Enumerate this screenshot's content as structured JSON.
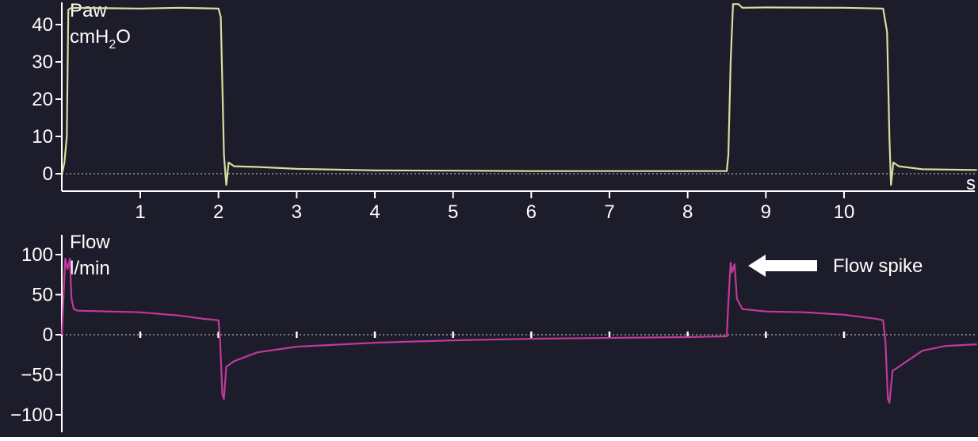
{
  "colors": {
    "background": "#1c1c2a",
    "axis": "#ffffff",
    "baseline": "#9a9a9a",
    "pressure_trace": "#d9dea0",
    "flow_trace": "#c03a9a",
    "arrow": "#ffffff"
  },
  "annotation": {
    "text": "Flow spike",
    "arrow_direction": "left"
  },
  "chart_data": [
    {
      "type": "line",
      "title": "",
      "ylabel_line1": "Paw",
      "ylabel_unit_main": "cmH",
      "ylabel_unit_sub": "2",
      "ylabel_unit_tail": "O",
      "xlabel": "s",
      "yticks": [
        0,
        10,
        20,
        30,
        40
      ],
      "ytick_labels": [
        "0",
        "10",
        "20",
        "30",
        "40"
      ],
      "xticks": [
        1,
        2,
        3,
        4,
        5,
        6,
        7,
        8,
        9,
        10
      ],
      "xtick_labels": [
        "1",
        "2",
        "3",
        "4",
        "5",
        "6",
        "7",
        "8",
        "9",
        "10"
      ],
      "xlim": [
        0.0,
        11.7
      ],
      "ylim": [
        -5,
        46
      ],
      "grid": false,
      "series": [
        {
          "values": [
            [
              0.0,
              0
            ],
            [
              0.03,
              3
            ],
            [
              0.06,
              10
            ],
            [
              0.08,
              44
            ],
            [
              0.12,
              44.5
            ],
            [
              1.0,
              44.3
            ],
            [
              1.5,
              44.5
            ],
            [
              2.0,
              44.3
            ],
            [
              2.03,
              42
            ],
            [
              2.07,
              5
            ],
            [
              2.1,
              -3
            ],
            [
              2.13,
              3
            ],
            [
              2.2,
              2
            ],
            [
              2.5,
              1.8
            ],
            [
              3.0,
              1.3
            ],
            [
              4.0,
              0.9
            ],
            [
              5.0,
              0.8
            ],
            [
              6.0,
              0.7
            ],
            [
              7.0,
              0.7
            ],
            [
              8.0,
              0.7
            ],
            [
              8.5,
              0.7
            ],
            [
              8.52,
              5
            ],
            [
              8.55,
              30
            ],
            [
              8.58,
              45.5
            ],
            [
              8.65,
              45.5
            ],
            [
              8.7,
              44.5
            ],
            [
              9.0,
              44.6
            ],
            [
              10.0,
              44.5
            ],
            [
              10.5,
              44.3
            ],
            [
              10.55,
              38
            ],
            [
              10.58,
              10
            ],
            [
              10.6,
              -3
            ],
            [
              10.63,
              3
            ],
            [
              10.7,
              2
            ],
            [
              11.0,
              1.2
            ],
            [
              11.7,
              1.0
            ]
          ]
        }
      ]
    },
    {
      "type": "line",
      "title": "",
      "ylabel_line1": "Flow",
      "ylabel_unit": "l/min",
      "xlabel": "",
      "yticks": [
        -100,
        -50,
        0,
        50,
        100
      ],
      "ytick_labels": [
        "−100",
        "−50",
        "0",
        "50",
        "100"
      ],
      "xticks": [
        1,
        2,
        3,
        4,
        5,
        6,
        7,
        8,
        9,
        10
      ],
      "xlim": [
        0.0,
        11.7
      ],
      "ylim": [
        -125,
        125
      ],
      "grid": false,
      "series": [
        {
          "values": [
            [
              0.0,
              0
            ],
            [
              0.02,
              50
            ],
            [
              0.04,
              95
            ],
            [
              0.07,
              82
            ],
            [
              0.1,
              95
            ],
            [
              0.12,
              45
            ],
            [
              0.15,
              32
            ],
            [
              0.2,
              30
            ],
            [
              0.6,
              29
            ],
            [
              1.0,
              28
            ],
            [
              1.5,
              24
            ],
            [
              1.8,
              20
            ],
            [
              2.0,
              18
            ],
            [
              2.02,
              -5
            ],
            [
              2.05,
              -75
            ],
            [
              2.07,
              -80
            ],
            [
              2.1,
              -40
            ],
            [
              2.2,
              -33
            ],
            [
              2.5,
              -22
            ],
            [
              3.0,
              -15
            ],
            [
              4.0,
              -10
            ],
            [
              5.0,
              -7
            ],
            [
              6.0,
              -5
            ],
            [
              7.0,
              -4
            ],
            [
              8.0,
              -3
            ],
            [
              8.5,
              -2
            ],
            [
              8.52,
              40
            ],
            [
              8.55,
              90
            ],
            [
              8.57,
              78
            ],
            [
              8.6,
              88
            ],
            [
              8.63,
              45
            ],
            [
              8.7,
              32
            ],
            [
              9.0,
              29
            ],
            [
              9.5,
              28
            ],
            [
              10.0,
              25
            ],
            [
              10.4,
              20
            ],
            [
              10.5,
              18
            ],
            [
              10.53,
              -10
            ],
            [
              10.56,
              -80
            ],
            [
              10.58,
              -85
            ],
            [
              10.62,
              -45
            ],
            [
              10.7,
              -40
            ],
            [
              11.0,
              -20
            ],
            [
              11.3,
              -14
            ],
            [
              11.7,
              -12
            ]
          ]
        }
      ]
    }
  ]
}
